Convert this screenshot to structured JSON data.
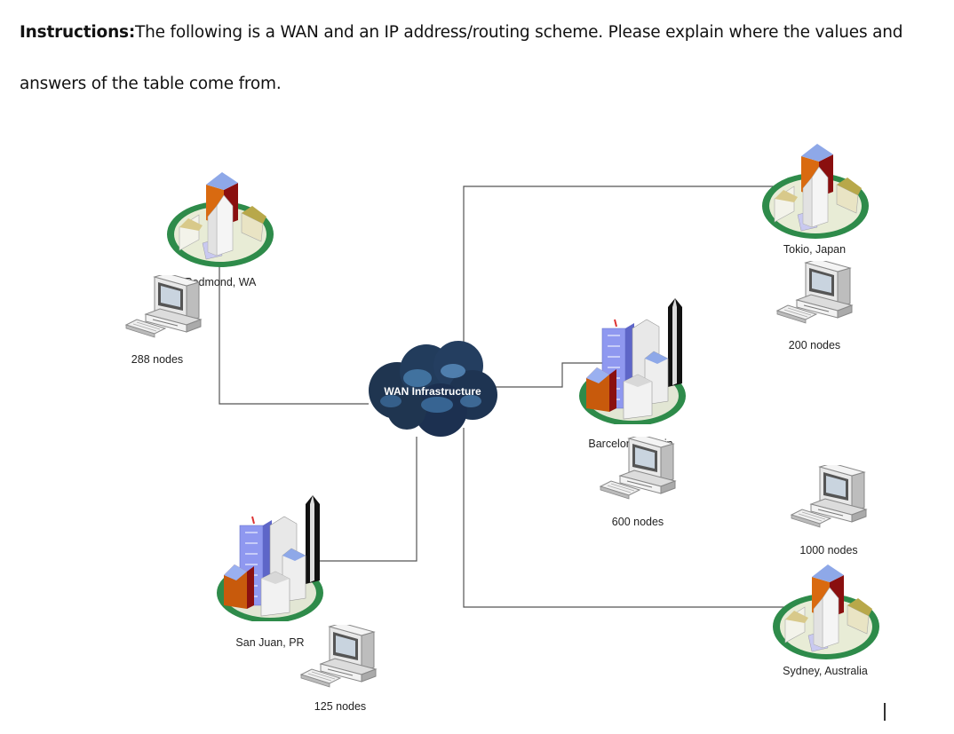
{
  "instructions": {
    "lead": "Instructions:",
    "text": "The following is a WAN and an IP address/routing scheme. Please explain where the values and answers of the table come from."
  },
  "diagram": {
    "cloud": {
      "label": "WAN Infrastructure",
      "icon": "cloud-icon"
    },
    "sites": [
      {
        "id": "redmond",
        "name": "Redmond, WA",
        "nodes": "288 nodes",
        "icon": "campus-icon"
      },
      {
        "id": "tokio",
        "name": "Tokio, Japan",
        "nodes": "200 nodes",
        "icon": "campus-icon"
      },
      {
        "id": "barcelona",
        "name": "Barcelona, Spain",
        "nodes": "600 nodes",
        "icon": "city-buildings-icon"
      },
      {
        "id": "san-juan",
        "name": "San Juan, PR",
        "nodes": "125 nodes",
        "icon": "city-buildings-icon"
      },
      {
        "id": "sydney",
        "name": "Sydney, Australia",
        "nodes": "1000 nodes",
        "icon": "campus-icon"
      }
    ]
  },
  "colors": {
    "link_line": "#555555",
    "ellipse_green": "#2e8b4a",
    "cloud_dark": "#1f3550",
    "cloud_light": "#4a7fb0"
  }
}
